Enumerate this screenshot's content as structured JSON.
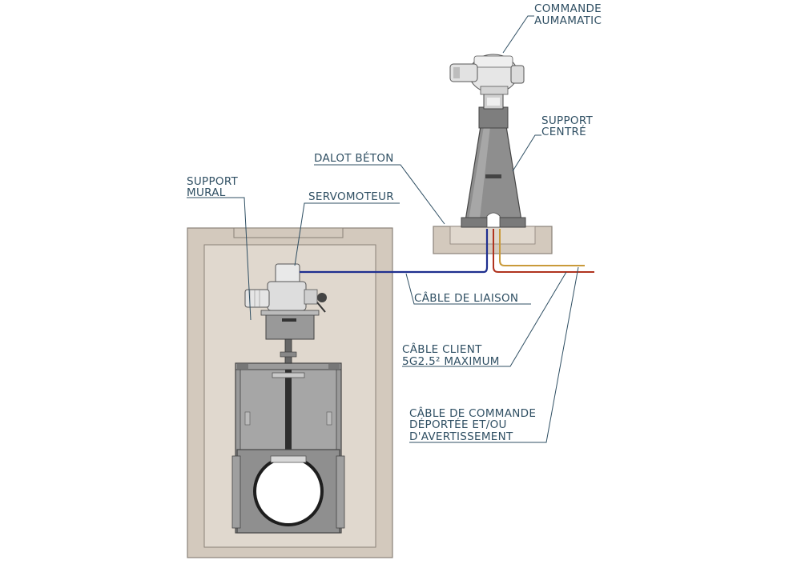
{
  "labels": {
    "commande_aumamatic": [
      "COMMANDE",
      "AUMAMATIC"
    ],
    "support_centre": [
      "SUPPORT",
      "CENTRÉ"
    ],
    "dalot_beton": [
      "DALOT BÉTON"
    ],
    "support_mural": [
      "SUPPORT",
      "MURAL"
    ],
    "servomoteur": [
      "SERVOMOTEUR"
    ],
    "cable_liaison": [
      "CÂBLE DE LIAISON"
    ],
    "cable_client": [
      "CÂBLE CLIENT",
      "5G2.5² MAXIMUM"
    ],
    "cable_commande": [
      "CÂBLE DE COMMANDE",
      "DÉPORTÉE ET/OU",
      "D'AVERTISSEMENT"
    ]
  },
  "colors": {
    "concrete": "#d3c9bd",
    "concrete_edge": "#8a8178",
    "metal": "#8e8e8e",
    "metal_dark": "#5a5a5a",
    "leader": "#2f4f63",
    "cable_liaison": "#1f2f8f",
    "cable_client": "#b0331f",
    "cable_commande": "#c99a3a"
  }
}
